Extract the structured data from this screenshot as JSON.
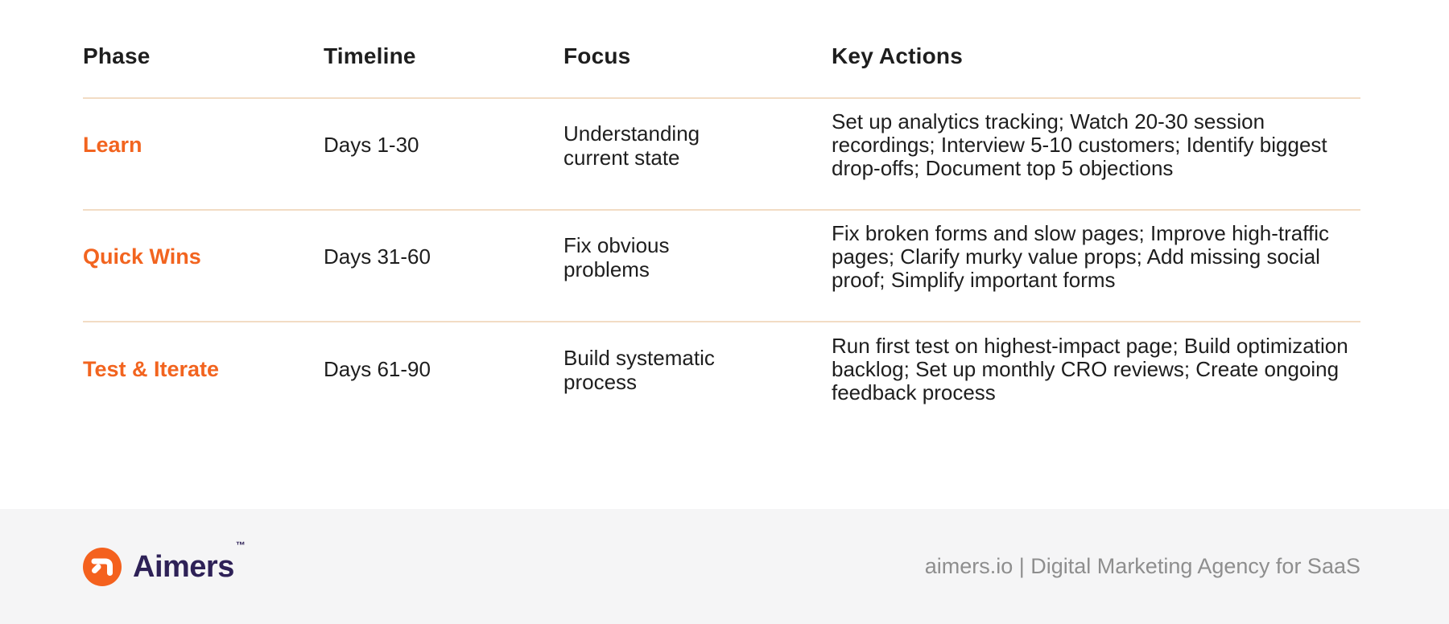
{
  "table": {
    "headers": [
      "Phase",
      "Timeline",
      "Focus",
      "Key Actions"
    ],
    "rows": [
      {
        "phase": "Learn",
        "timeline": "Days 1-30",
        "focus": "Understanding current state",
        "key_actions": "Set up analytics tracking; Watch 20-30 session recordings; Interview 5-10 customers; Identify biggest drop-offs; Document top 5 objections"
      },
      {
        "phase": "Quick Wins",
        "timeline": "Days 31-60",
        "focus": "Fix obvious problems",
        "key_actions": "Fix broken forms and slow pages; Improve high-traffic pages; Clarify murky value props; Add missing social proof; Simplify important forms"
      },
      {
        "phase": "Test & Iterate",
        "timeline": "Days 61-90",
        "focus": "Build systematic process",
        "key_actions": "Run first test on highest-impact page; Build optimization backlog; Set up monthly CRO reviews; Create ongoing feedback process"
      }
    ]
  },
  "footer": {
    "brand_name": "Aimers",
    "trademark": "™",
    "tagline": "aimers.io | Digital Marketing Agency for SaaS"
  },
  "icons": {
    "logo": "aimers-arrow-logo"
  },
  "colors": {
    "accent_orange": "#F4611E",
    "phase_text_orange": "#F2641F",
    "divider_peach": "#F2DCC4",
    "body_text": "#1E1E1E",
    "footer_background": "#F5F5F6",
    "brand_navy": "#2E2157",
    "footer_text_gray": "#8E8E8E",
    "page_background": "#FFFFFF"
  }
}
